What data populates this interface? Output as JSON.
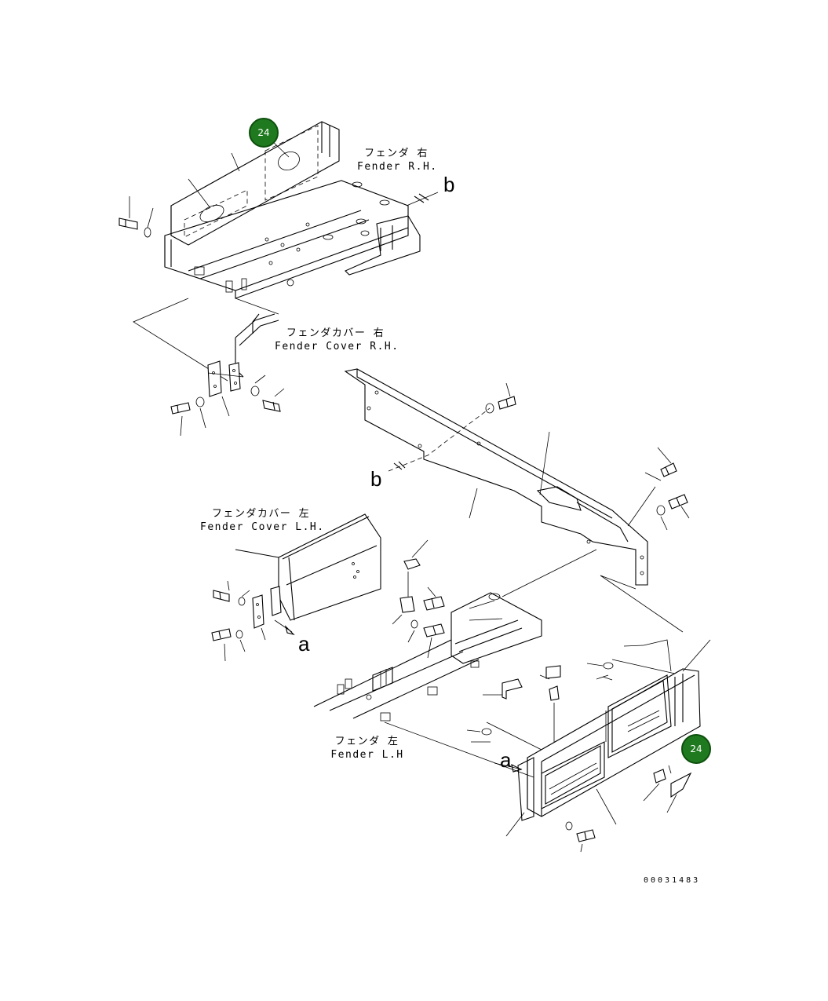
{
  "labels": {
    "fender_rh_jp": "フェンダ 右",
    "fender_rh_en": "Fender R.H.",
    "fender_cover_rh_jp": "フェンダカバー 右",
    "fender_cover_rh_en": "Fender Cover R.H.",
    "fender_cover_lh_jp": "フェンダカバー 左",
    "fender_cover_lh_en": "Fender Cover L.H.",
    "fender_lh_jp": "フェンダ 左",
    "fender_lh_en": "Fender L.H"
  },
  "view_letters": {
    "b_top": "b",
    "b_mid": "b",
    "a_left": "a",
    "a_right": "a"
  },
  "callouts": [
    {
      "label": "24"
    },
    {
      "label": "24"
    }
  ],
  "drawing_number": "00031483",
  "colors": {
    "badge_fill": "#1f7a1f",
    "line": "#000000"
  }
}
